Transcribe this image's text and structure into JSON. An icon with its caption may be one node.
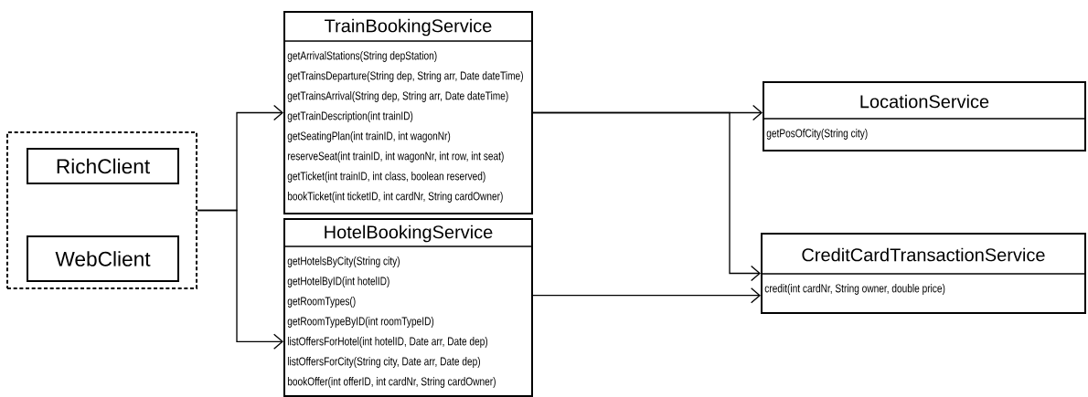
{
  "diagram": {
    "nodes": [
      {
        "text": [],
        "shape": "box"
      },
      {
        "text": [
          "RichClient"
        ],
        "in": 0
      },
      {
        "text": [
          "WebClient"
        ],
        "in": 0
      },
      {
        "text": [
          "TrainBookingService",
          "getArrivalStations(String depStation)",
          "getTrainsDeparture(String dep, String arr, Date dateTime)",
          "getTrainsArrival(String dep, String arr, Date dateTime)",
          "getTrainDescription(int trainID)",
          "getSeatingPlan(int trainID, int wagonNr)",
          "reserveSeat(int trainID, int wagonNr, int row, int seat)",
          "getTicket(int trainID, int class, boolean reserved)",
          "bookTicket(int ticketID, int cardNr, String cardOwner)"
        ]
      },
      {
        "text": [
          "HotelBookingService",
          "getHotelsByCity(String city)",
          "getHotelByID(int hotelID)",
          "getRoomTypes()",
          "getRoomTypeByID(int roomTypeID)",
          "listOffersForHotel(int hotelID, Date arr, Date dep)",
          "listOffersForCity(String city, Date arr, Date dep)",
          "bookOffer(int offerID, int cardNr, String cardOwner)"
        ]
      },
      {
        "text": [
          "LocationService",
          "getPosOfCity(String city)"
        ]
      },
      {
        "text": [
          "CreditCardTransactionService",
          "credit(int cardNr, String owner, double price)"
        ]
      }
    ],
    "edges": [
      {
        "from": 0,
        "to": 3,
        "arrow": "to"
      },
      {
        "from": 0,
        "to": 4,
        "arrow": "to"
      },
      {
        "from": 3,
        "to": 5,
        "arrow": "to"
      },
      {
        "from": 3,
        "to": 6,
        "arrow": "to"
      },
      {
        "from": 4,
        "to": 6,
        "arrow": "to"
      }
    ]
  }
}
